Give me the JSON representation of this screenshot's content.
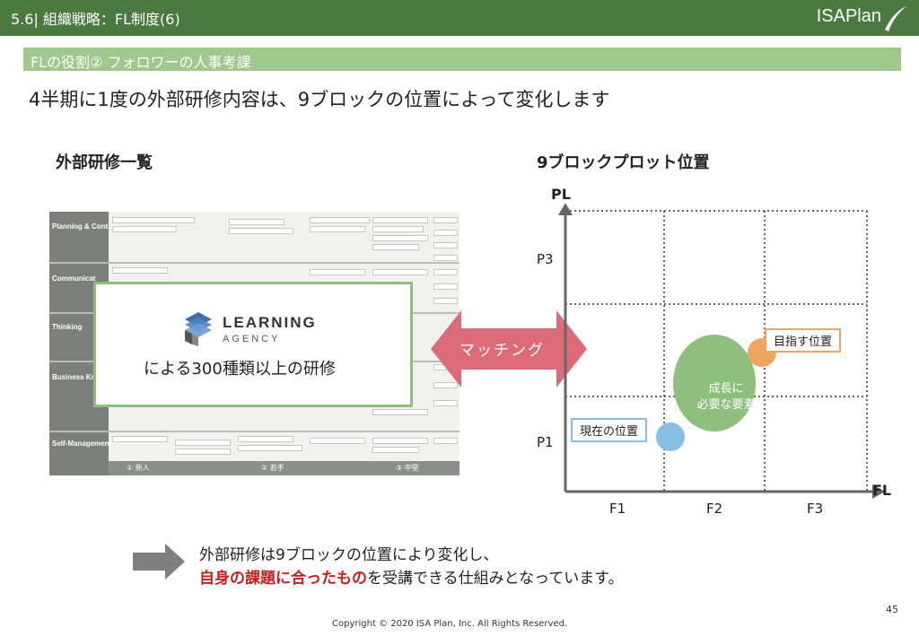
{
  "header": {
    "title": "5.6| 組織戦略：FL制度(6)",
    "logo": "ISAPlan"
  },
  "subheader": "FLの役割② フォロワーの人事考課",
  "lead": "4半期に1度の外部研修内容は、9ブロックの位置によって変化します",
  "left_heading": "外部研修一覧",
  "right_heading": "9ブロックプロット位置",
  "thumbnail": {
    "categories": [
      "Planning & Control",
      "Communicat",
      "Thinking",
      "Business Knowle",
      "Self-Management"
    ],
    "bands": [
      "① 新人",
      "② 若手",
      "③ 中堅"
    ]
  },
  "learning_agency": {
    "logo_line1": "LEARNING",
    "logo_line2": "AGENCY",
    "caption": "による300種類以上の研修"
  },
  "matching_label": "マッチング",
  "grid": {
    "y_axis": "PL",
    "x_axis": "FL",
    "y_ticks": [
      "P3",
      "P1"
    ],
    "x_ticks": [
      "F1",
      "F2",
      "F3"
    ],
    "goal_label": "目指す位置",
    "current_label": "現在の位置",
    "growth_label": "成長に\n必要な要素",
    "colors": {
      "goal": "#f0a55e",
      "current": "#86bfe5",
      "growth": "#8cc07c"
    }
  },
  "bottom": {
    "line1": "外部研修は9ブロックの位置により変化し、",
    "line2_red": "自身の課題に合ったもの",
    "line2_rest": "を受講できる仕組みとなっています。"
  },
  "footer": "Copyright © 2020 ISA Plan, Inc. All Rights Reserved.",
  "page_number": "45"
}
